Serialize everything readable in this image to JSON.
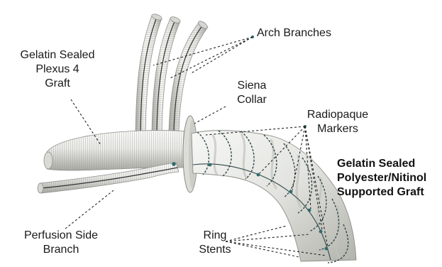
{
  "labels": {
    "arch_branches": "Arch Branches",
    "plexus": [
      "Gelatin Sealed",
      "Plexus 4",
      "Graft"
    ],
    "siena": [
      "Siena",
      "Collar"
    ],
    "radiopaque": [
      "Radiopaque",
      "Markers"
    ],
    "supported_graft": [
      "Gelatin Sealed",
      "Polyester/Nitinol",
      "Supported Graft"
    ],
    "perfusion": [
      "Perfusion Side",
      "Branch"
    ],
    "ring_stents": [
      "Ring",
      "Stents"
    ]
  },
  "colors": {
    "graft": "#ececea",
    "graft_shadow": "#b9b9b4",
    "stent_wire": "#2f4a4a",
    "marker": "#2f6b6b",
    "leader": "#222222"
  }
}
